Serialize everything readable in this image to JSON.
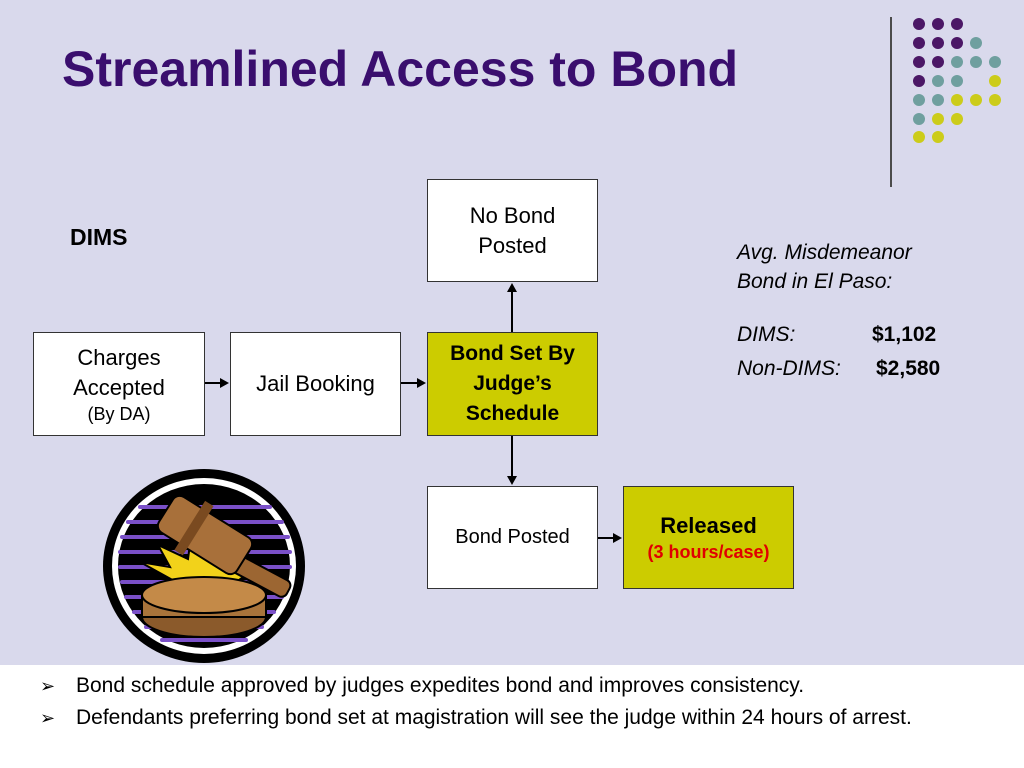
{
  "title": "Streamlined Access to Bond",
  "dims_label": "DIMS",
  "boxes": {
    "no_bond": [
      "No Bond",
      "Posted"
    ],
    "charges": [
      "Charges",
      "Accepted",
      "(By DA)"
    ],
    "jail": "Jail Booking",
    "bond_set": [
      "Bond Set By",
      "Judge’s",
      "Schedule"
    ],
    "bond_posted": "Bond Posted",
    "released": [
      "Released",
      "(3 hours/case)"
    ]
  },
  "avg": {
    "heading": [
      "Avg. Misdemeanor",
      "Bond in El Paso:"
    ],
    "dims_label": "DIMS:",
    "dims_value": "$1,102",
    "nondims_label": "Non-DIMS:",
    "nondims_value": "$2,580"
  },
  "bullets": [
    "Bond schedule approved by judges expedites bond and improves consistency.",
    "Defendants preferring bond set at magistration will see the judge within 24 hours of arrest."
  ],
  "bullet_marker": "➢",
  "colors": {
    "title": "#3a0e6e",
    "background": "#d9d9ec",
    "highlight_box": "#cccc00",
    "red_text": "#e00000",
    "dot_purple": "#4b1766",
    "dot_teal": "#6f9f9f",
    "dot_yellow": "#cccc1a"
  },
  "icons": [
    "gavel-icon",
    "decorative-dot-grid"
  ]
}
